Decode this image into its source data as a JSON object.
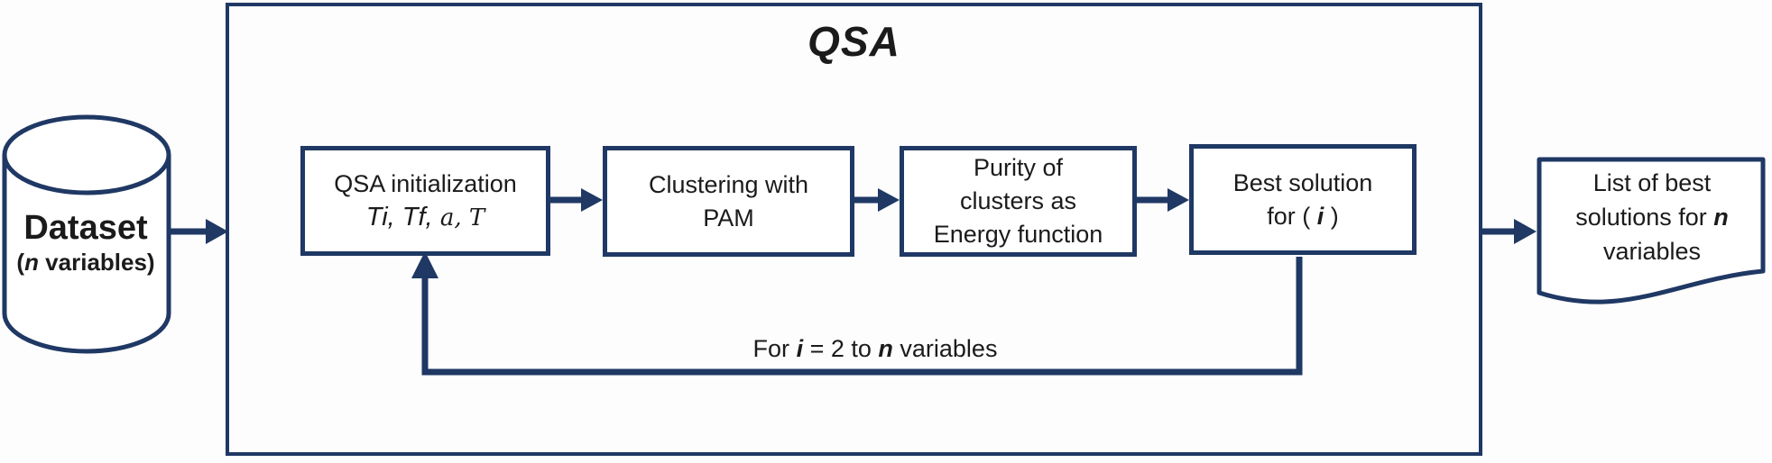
{
  "colors": {
    "navy": "#1f3864",
    "ink": "#1b1b1b",
    "paper": "#fdfdfd",
    "node_fill": "#ffffff"
  },
  "dataset": {
    "title": "Dataset",
    "sub_open": "(",
    "sub_var": "n",
    "sub_rest": " variables)"
  },
  "qsa": {
    "title": "QSA",
    "steps": [
      {
        "line1": "QSA initialization",
        "params_main": "Ti, Tf,",
        "params_greek": " a, T"
      },
      {
        "line1": "Clustering with",
        "line2": "PAM"
      },
      {
        "line1": "Purity of",
        "line2": "clusters as",
        "line3": "Energy function"
      },
      {
        "line1": "Best solution",
        "for_pre": "for ( ",
        "for_var": "i",
        "for_post": " )"
      }
    ],
    "loop": {
      "pre": "For ",
      "var_i": "i",
      "mid": " = 2 to ",
      "var_n": "n",
      "post": " variables"
    }
  },
  "output": {
    "line1": "List of best",
    "line2_pre": "solutions for ",
    "line2_var": "n",
    "line3": "variables"
  }
}
